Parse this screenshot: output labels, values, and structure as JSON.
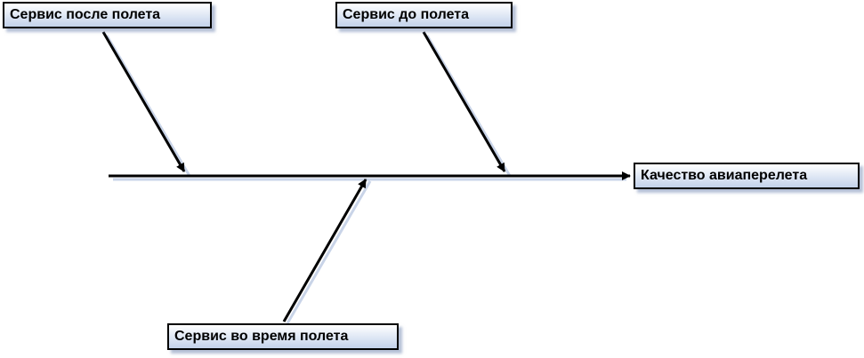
{
  "diagram": {
    "effect": "Качество авиаперелета",
    "causes": {
      "after_flight": "Сервис после полета",
      "before_flight": "Сервис до полета",
      "during_flight": "Сервис во время полета"
    }
  },
  "colors": {
    "line": "#000000",
    "box_fill_top": "#ffffff",
    "box_fill_bottom": "#c3d1ea",
    "shadow": "#a9b9d8"
  }
}
